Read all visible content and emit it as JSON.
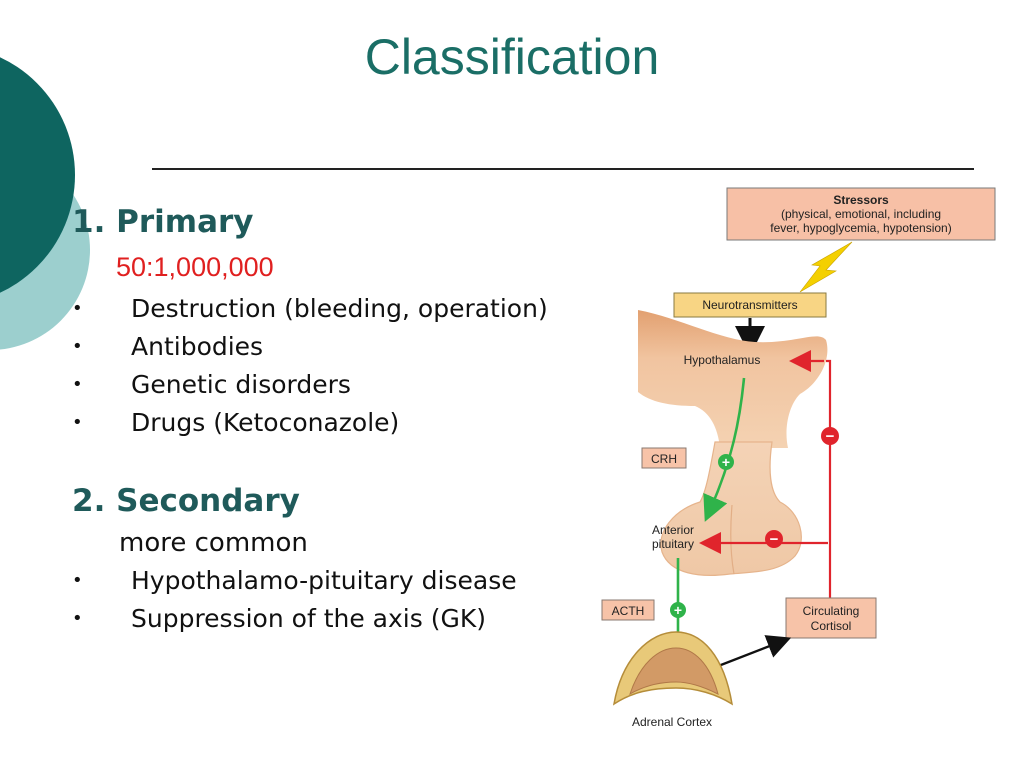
{
  "title": "Classification",
  "primary": {
    "heading": "1.  Primary",
    "ratio": "50:1,000,000",
    "bullets": [
      "Destruction (bleeding, operation)",
      "Antibodies",
      "Genetic disorders",
      "Drugs (Ketoconazole)"
    ]
  },
  "secondary": {
    "heading": "2. Secondary",
    "note": "more common",
    "bullets": [
      "Hypothalamo-pituitary disease",
      "Suppression of the axis (GK)"
    ]
  },
  "diagram": {
    "stressors_title": "Stressors",
    "stressors_line1": "(physical, emotional, including",
    "stressors_line2": "fever, hypoglycemia, hypotension)",
    "neurotransmitters": "Neurotransmitters",
    "hypothalamus": "Hypothalamus",
    "crh": "CRH",
    "anterior": "Anterior",
    "pituitary": "pituitary",
    "acth": "ACTH",
    "circulating": "Circulating",
    "cortisol": "Cortisol",
    "adrenal_cortex": "Adrenal Cortex",
    "plus": "+",
    "minus": "−"
  },
  "colors": {
    "teal_dark": "#0e6560",
    "teal_light": "#9ccfce",
    "title": "#1a6e66",
    "heading": "#1f5a5a",
    "ratio": "#e02020",
    "stim": "#2fb34a",
    "inhib": "#e0242c"
  }
}
